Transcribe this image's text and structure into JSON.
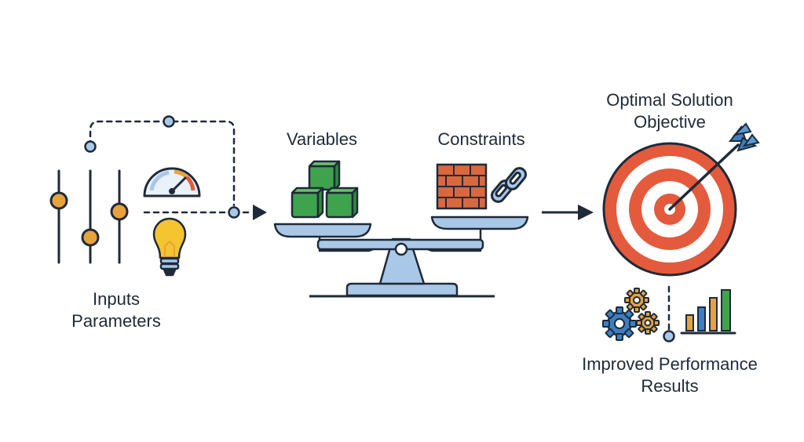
{
  "labels": {
    "inputs_line1": "Inputs",
    "inputs_line2": "Parameters",
    "variables": "Variables",
    "constraints": "Constraints",
    "optimal_line1": "Optimal Solution",
    "optimal_line2": "Objective",
    "results_line1": "Improved Performance",
    "results_line2": "Results"
  },
  "icons": [
    "slider-controls-icon",
    "gauge-icon",
    "lightbulb-icon",
    "cubes-icon",
    "brick-wall-icon",
    "chain-link-icon",
    "balance-scale-icon",
    "target-icon",
    "arrow-icon",
    "gears-icon",
    "bar-chart-icon"
  ],
  "colors": {
    "navy": "#1f2a38",
    "orange": "#e8a23c",
    "green": "#3fa34d",
    "brick": "#d9683f",
    "blue_light": "#a9c8e8",
    "target_red": "#e45a3c",
    "yellow": "#f5c431"
  }
}
